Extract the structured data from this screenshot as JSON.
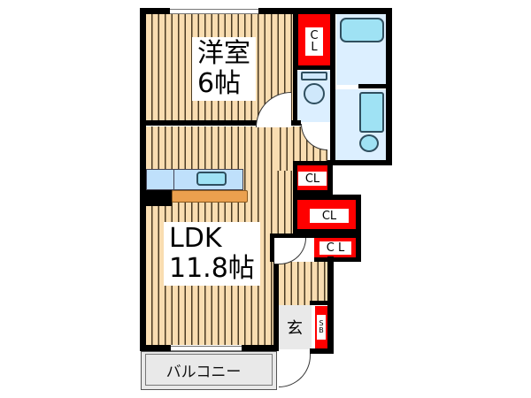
{
  "floorplan": {
    "rooms": [
      {
        "id": "western-room",
        "label_line1": "洋室",
        "label_line2": "6帖"
      },
      {
        "id": "ldk",
        "label_line1": "LDK",
        "label_line2": "11.8帖"
      },
      {
        "id": "entrance",
        "label": "玄"
      },
      {
        "id": "balcony",
        "label": "バルコニー"
      }
    ],
    "closets": [
      {
        "id": "cl-western",
        "label_line1": "C",
        "label_line2": "L"
      },
      {
        "id": "cl-ldk-1",
        "label": "CL"
      },
      {
        "id": "cl-ldk-2",
        "label": "CL"
      },
      {
        "id": "cl-hall",
        "label": "C L"
      }
    ],
    "shoe_box": {
      "label_line1": "S",
      "label_line2": "B"
    },
    "colors": {
      "wall": "#000000",
      "floor": "#f9ddb1",
      "floor_line": "#4a3a22",
      "closet": "#ff0000",
      "wet_area": "#dcefff",
      "fixture": "#9fe2f4",
      "counter": "#eba04e",
      "entrance": "#e9e9e9"
    }
  }
}
